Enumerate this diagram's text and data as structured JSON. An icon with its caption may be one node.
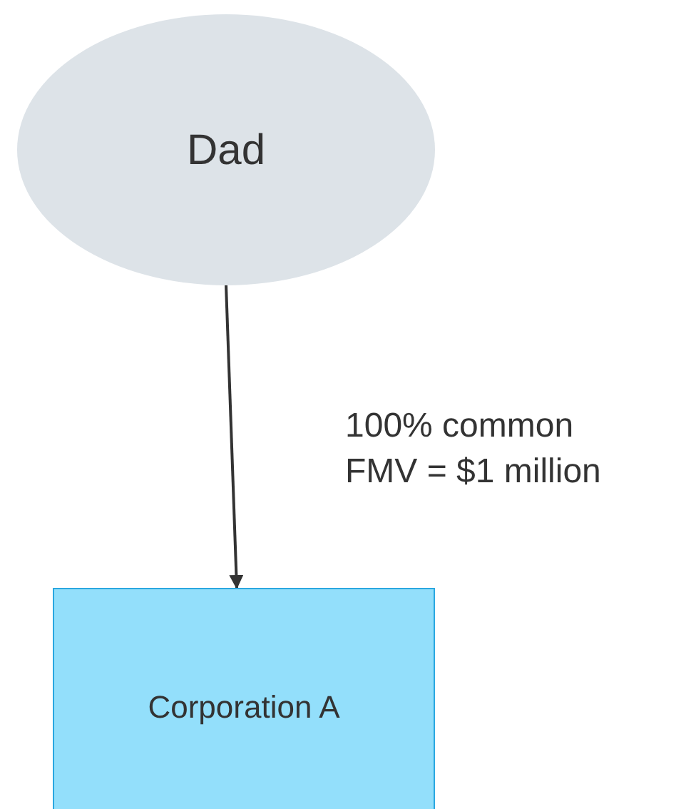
{
  "diagram": {
    "nodes": [
      {
        "text": [
          "Dad"
        ]
      },
      {
        "text": [
          "Corporation A"
        ]
      }
    ],
    "edges": [
      {
        "from": 0,
        "to": 1,
        "arrow": "to",
        "label": "100% common FMV = $1 million"
      }
    ]
  }
}
